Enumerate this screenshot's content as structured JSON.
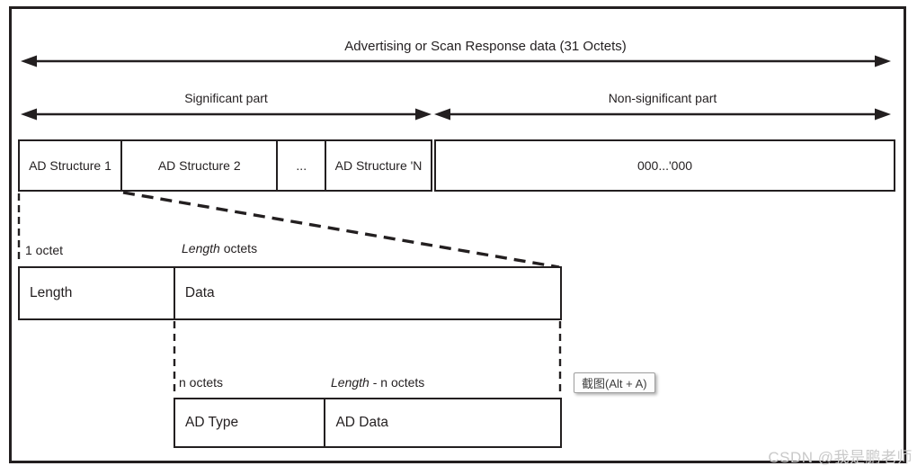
{
  "diagram": {
    "title": "Advertising or Scan Response data (31 Octets)",
    "significant_part_label": "Significant part",
    "non_significant_part_label": "Non-significant part",
    "ad_row": {
      "cells": [
        "AD Structure 1",
        "AD Structure 2",
        "...",
        "AD Structure 'N"
      ],
      "non_significant_cell": "000...'000"
    },
    "length_row": {
      "octet_label": "1 octet",
      "octets_label_italic": "Length",
      "octets_label_rest": " octets",
      "cells": [
        "Length",
        "Data"
      ]
    },
    "adtype_row": {
      "n_octets_label": "n octets",
      "length_n_octets_italic": "Length",
      "length_n_octets_rest": " - n octets",
      "cells": [
        "AD Type",
        "AD Data"
      ]
    }
  },
  "overlay": {
    "screenshot_tooltip": "截图(Alt + A)",
    "watermark": "CSDN @我是鹏老师"
  },
  "colors": {
    "line": "#231f20",
    "text": "#231f20",
    "watermark": "#c9c9c9",
    "tooltip_border": "#9e9e9e",
    "tooltip_text": "#3d3d3d",
    "background": "#ffffff"
  }
}
